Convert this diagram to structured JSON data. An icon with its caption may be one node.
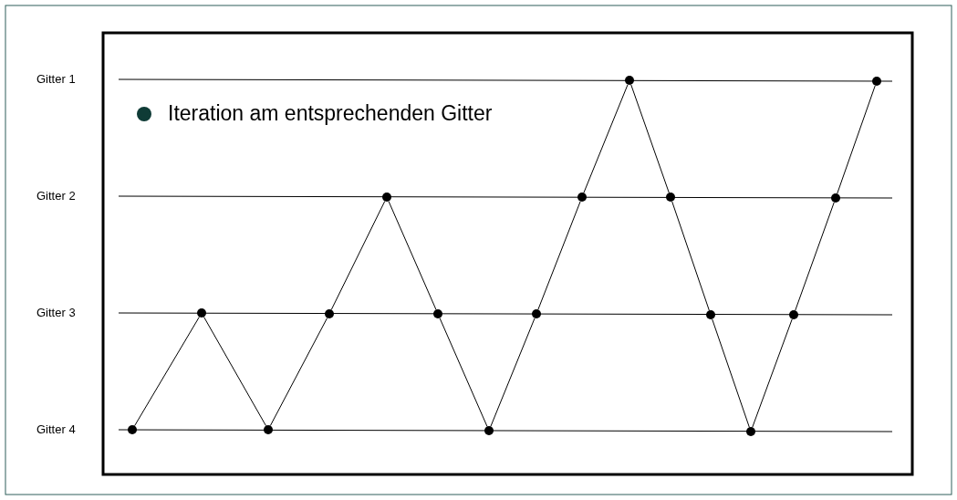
{
  "diagram": {
    "nodes": [
      {
        "text": [],
        "shape": "circle"
      },
      {
        "text": [],
        "shape": "circle"
      },
      {
        "text": [],
        "shape": "circle"
      },
      {
        "text": [],
        "shape": "circle"
      },
      {
        "text": [],
        "shape": "circle"
      },
      {
        "text": [],
        "shape": "circle"
      },
      {
        "text": [],
        "shape": "circle"
      },
      {
        "text": [],
        "shape": "circle"
      },
      {
        "text": [],
        "shape": "circle"
      },
      {
        "text": [],
        "shape": "circle"
      },
      {
        "text": [],
        "shape": "circle"
      },
      {
        "text": [],
        "shape": "circle"
      },
      {
        "text": [],
        "shape": "circle"
      },
      {
        "text": [],
        "shape": "circle"
      },
      {
        "text": [],
        "shape": "circle"
      },
      {
        "text": [],
        "shape": "circle"
      }
    ],
    "edges": [
      {
        "from": 0,
        "to": 1,
        "arrow": "none"
      },
      {
        "from": 1,
        "to": 2,
        "arrow": "none"
      },
      {
        "from": 2,
        "to": 3,
        "arrow": "none"
      },
      {
        "from": 3,
        "to": 4,
        "arrow": "none"
      },
      {
        "from": 4,
        "to": 5,
        "arrow": "none"
      },
      {
        "from": 5,
        "to": 6,
        "arrow": "none"
      },
      {
        "from": 6,
        "to": 7,
        "arrow": "none"
      },
      {
        "from": 7,
        "to": 8,
        "arrow": "none"
      },
      {
        "from": 8,
        "to": 9,
        "arrow": "none"
      },
      {
        "from": 9,
        "to": 10,
        "arrow": "none"
      },
      {
        "from": 10,
        "to": 11,
        "arrow": "none"
      },
      {
        "from": 11,
        "to": 12,
        "arrow": "none"
      },
      {
        "from": 12,
        "to": 13,
        "arrow": "none"
      },
      {
        "from": 13,
        "to": 14,
        "arrow": "none"
      },
      {
        "from": 14,
        "to": 15,
        "arrow": "none"
      }
    ],
    "labels": [
      "Gitter 1",
      "Gitter 2",
      "Gitter 3",
      "Gitter 4"
    ],
    "legend": [
      {
        "text": "Iteration am entsprechenden Gitter"
      }
    ]
  }
}
